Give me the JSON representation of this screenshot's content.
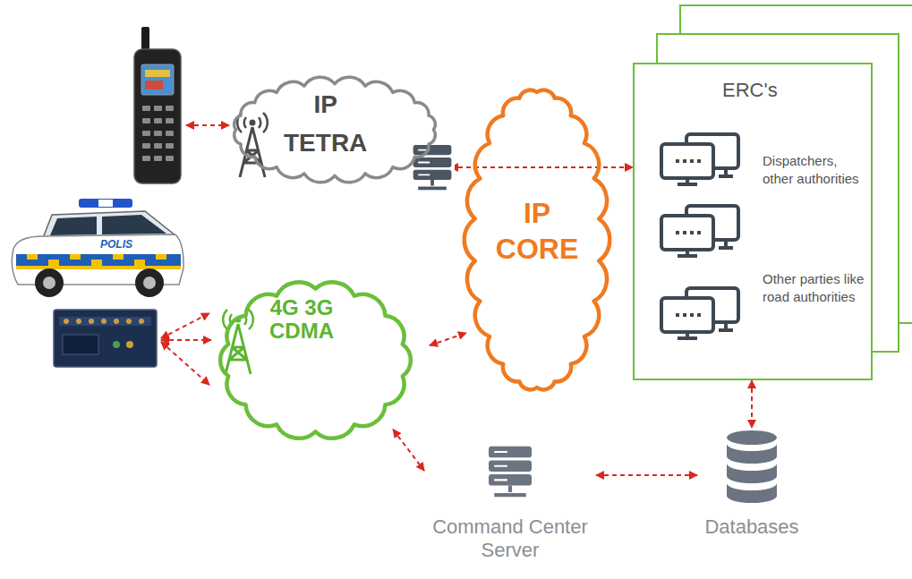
{
  "diagram": {
    "nodes": [
      {
        "text": [
          "IP TETRA"
        ]
      },
      {
        "text": [
          "IP CORE"
        ]
      },
      {
        "text": [
          "ERC's"
        ]
      },
      {
        "text": [
          "4G 3G CDMA"
        ]
      },
      {
        "text": [
          "Command Center Server"
        ]
      },
      {
        "text": [
          "Databases"
        ]
      }
    ],
    "edges": [
      {
        "from": 0,
        "to": 2,
        "arrow": "both"
      },
      {
        "from": 3,
        "to": 1,
        "arrow": "both"
      },
      {
        "from": 3,
        "to": 4,
        "arrow": "both"
      },
      {
        "from": 4,
        "to": 5,
        "arrow": "both"
      },
      {
        "from": 2,
        "to": 5,
        "arrow": "both"
      }
    ],
    "labels": [
      "Dispatchers, other authorities",
      "Other parties like road authorities",
      "POLIS"
    ]
  }
}
